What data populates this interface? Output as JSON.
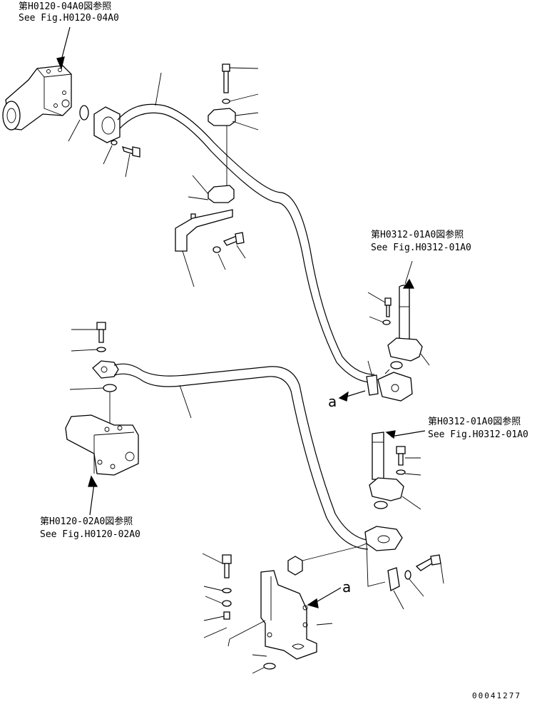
{
  "refs": {
    "ref1_ja": "第H0120-04A0図参照",
    "ref1_en": "See Fig.H0120-04A0",
    "ref2_ja": "第H0312-01A0図参照",
    "ref2_en": "See Fig.H0312-01A0",
    "ref3_ja": "第H0312-01A0図参照",
    "ref3_en": "See Fig.H0312-01A0",
    "ref4_ja": "第H0120-02A0図参照",
    "ref4_en": "See Fig.H0120-02A0"
  },
  "markers": {
    "a1": "a",
    "a2": "a"
  },
  "drawing_code": "00041277"
}
